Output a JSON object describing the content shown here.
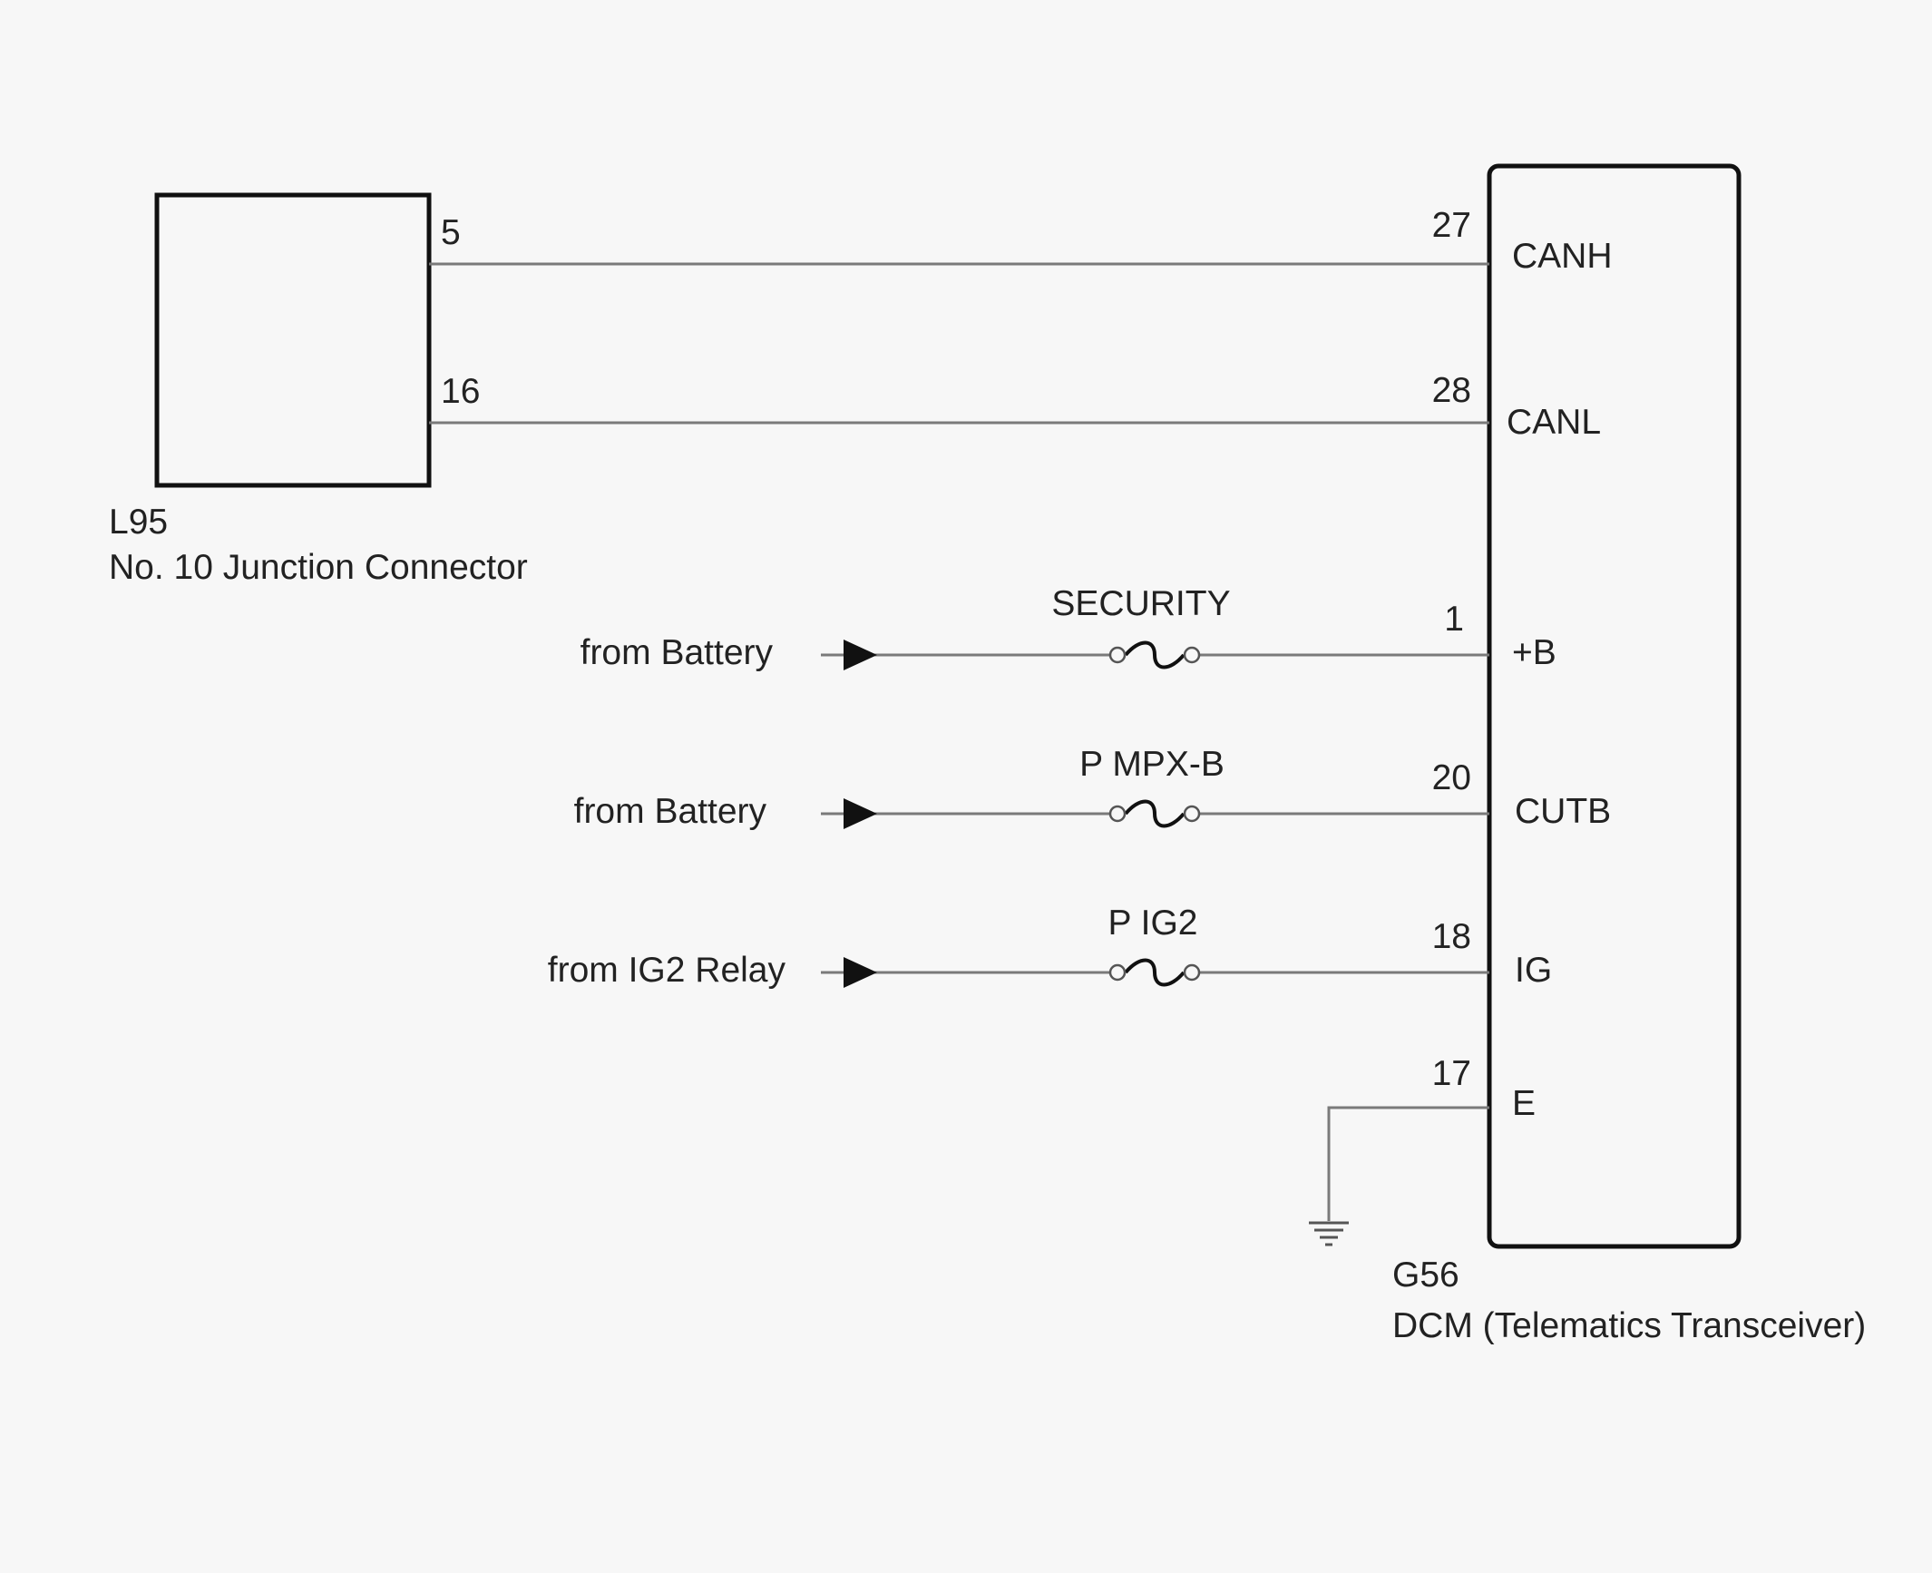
{
  "connector_l95": {
    "code": "L95",
    "name": "No. 10 Junction Connector",
    "pins": [
      "5",
      "16"
    ]
  },
  "dcm": {
    "code": "G56",
    "name": "DCM (Telematics Transceiver)",
    "pins": [
      {
        "num": "27",
        "label": "CANH"
      },
      {
        "num": "28",
        "label": "CANL"
      },
      {
        "num": "1",
        "label": "+B"
      },
      {
        "num": "20",
        "label": "CUTB"
      },
      {
        "num": "18",
        "label": "IG"
      },
      {
        "num": "17",
        "label": "E"
      }
    ]
  },
  "sources": [
    {
      "from": "from Battery",
      "fuse": "SECURITY"
    },
    {
      "from": "from Battery",
      "fuse": "P MPX-B"
    },
    {
      "from": "from IG2 Relay",
      "fuse": "P IG2"
    }
  ]
}
